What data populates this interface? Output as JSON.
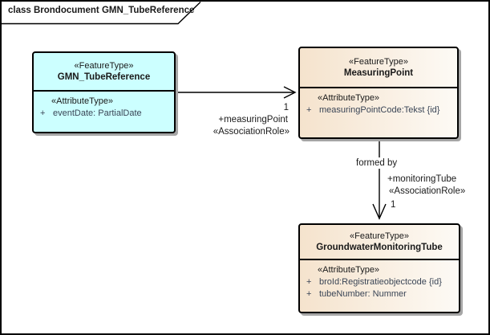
{
  "diagram": {
    "frame_title": "class Brondocument GMN_TubeReference"
  },
  "colors": {
    "feature_type_cyan": "#CCFFFF",
    "feature_type_tan_left": "#F5E3CD",
    "feature_type_tan_right": "#FDFAF5",
    "box_border": "#000000",
    "box_shadow": "#A6A6A6",
    "attribute_text": "#3A4556"
  },
  "classes": [
    {
      "stereotype": "«FeatureType»",
      "name": "GMN_TubeReference",
      "attr_stereotype": "«AttributeType»",
      "attributes": [
        {
          "visibility": "+",
          "text": "eventDate: PartialDate"
        }
      ]
    },
    {
      "stereotype": "«FeatureType»",
      "name": "MeasuringPoint",
      "attr_stereotype": "«AttributeType»",
      "attributes": [
        {
          "visibility": "+",
          "text": "measuringPointCode:Tekst {id}"
        }
      ]
    },
    {
      "stereotype": "«FeatureType»",
      "name": "GroundwaterMonitoringTube",
      "attr_stereotype": "«AttributeType»",
      "attributes": [
        {
          "visibility": "+",
          "text": "broId:Registratieobjectcode {id}"
        },
        {
          "visibility": "+",
          "text": "tubeNumber: Nummer"
        }
      ]
    }
  ],
  "associations": [
    {
      "multiplicity": "1",
      "role": "+measuringPoint",
      "role_stereotype": "«AssociationRole»"
    },
    {
      "name": "formed by",
      "multiplicity": "1",
      "role": "+monitoringTube",
      "role_stereotype": "«AssociationRole»"
    }
  ]
}
